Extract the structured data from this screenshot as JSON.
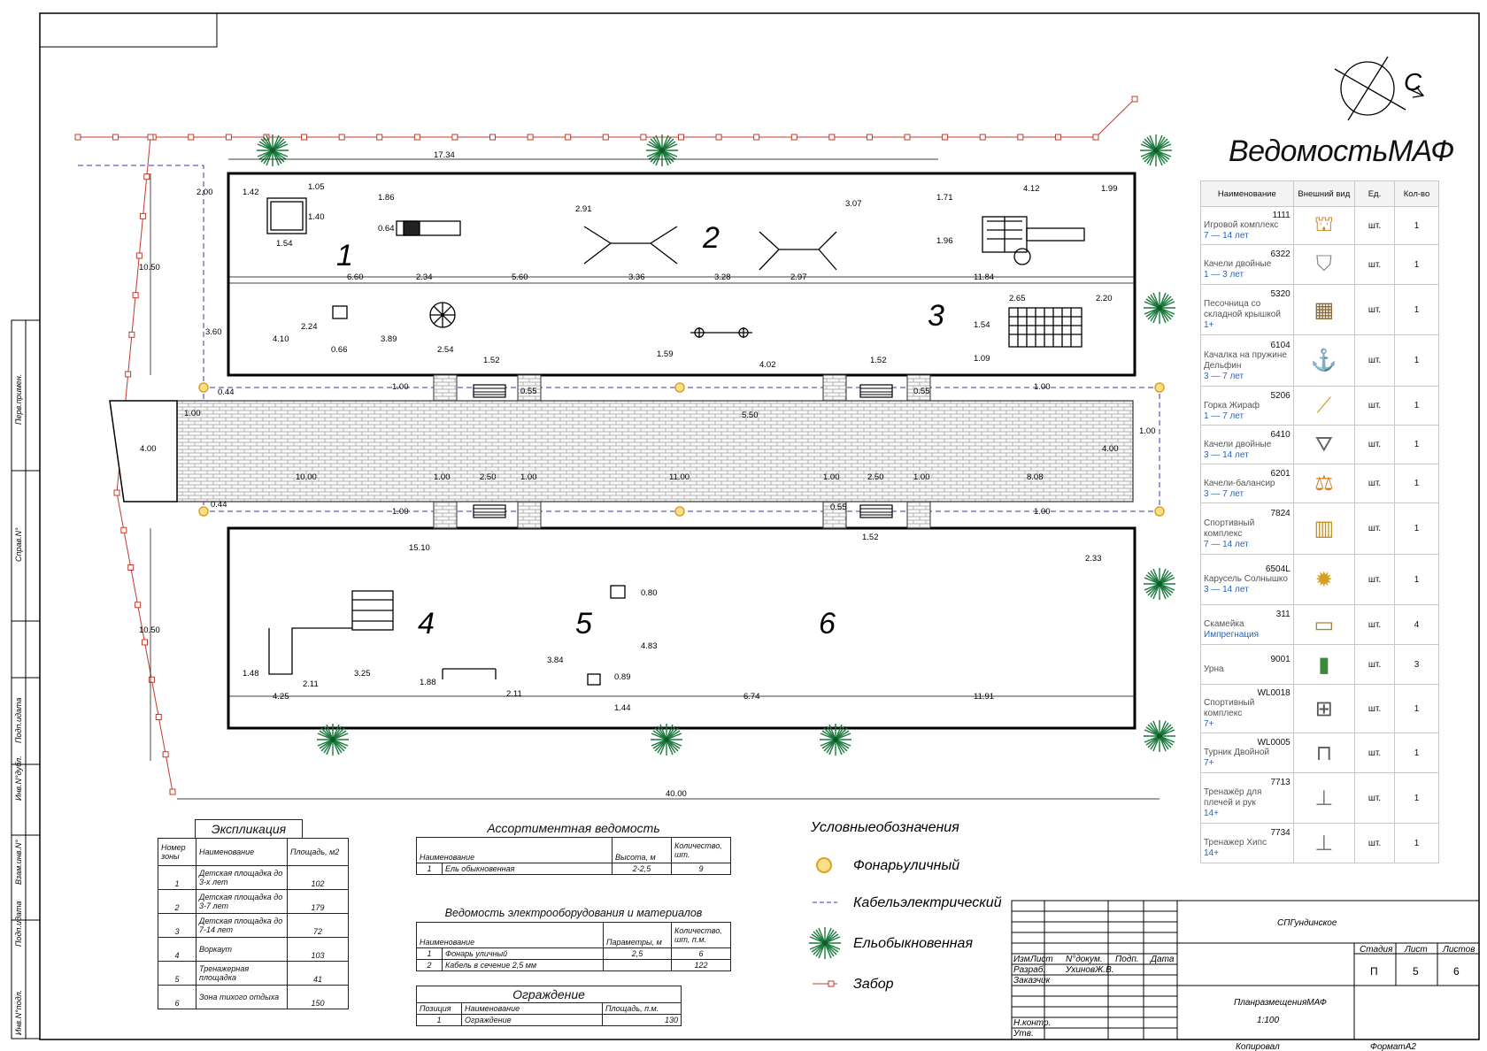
{
  "maf": {
    "title": "ВедомостьМАФ",
    "headers": [
      "Наименование",
      "Внешний вид",
      "Ед.",
      "Кол-во"
    ],
    "items": [
      {
        "code": "1111",
        "name": "Игровой комплекс",
        "age": "7 — 14 лет",
        "unit": "шт.",
        "qty": "1",
        "icon": "play-complex-icon"
      },
      {
        "code": "6322",
        "name": "Качели двойные",
        "age": "1 — 3 лет",
        "unit": "шт.",
        "qty": "1",
        "icon": "double-swing-icon"
      },
      {
        "code": "5320",
        "name": "Песочница со складной крышкой",
        "age": "1+",
        "unit": "шт.",
        "qty": "1",
        "icon": "sandbox-icon"
      },
      {
        "code": "6104",
        "name": "Качалка на пружине Дельфин",
        "age": "3 — 7 лет",
        "unit": "шт.",
        "qty": "1",
        "icon": "spring-rocker-icon"
      },
      {
        "code": "5206",
        "name": "Горка Жираф",
        "age": "1 — 7 лет",
        "unit": "шт.",
        "qty": "1",
        "icon": "slide-icon"
      },
      {
        "code": "6410",
        "name": "Качели двойные",
        "age": "3 — 14 лет",
        "unit": "шт.",
        "qty": "1",
        "icon": "swing-frame-icon"
      },
      {
        "code": "6201",
        "name": "Качели-балансир",
        "age": "3 — 7 лет",
        "unit": "шт.",
        "qty": "1",
        "icon": "seesaw-icon"
      },
      {
        "code": "7824",
        "name": "Спортивный комплекс",
        "age": "7 — 14 лет",
        "unit": "шт.",
        "qty": "1",
        "icon": "sport-complex-icon"
      },
      {
        "code": "6504L",
        "name": "Карусель Солнышко",
        "age": "3 — 14 лет",
        "unit": "шт.",
        "qty": "1",
        "icon": "carousel-icon"
      },
      {
        "code": "311",
        "name": "Скамейка",
        "age": "Импрегнация",
        "unit": "шт.",
        "qty": "4",
        "icon": "bench-icon"
      },
      {
        "code": "9001",
        "name": "Урна",
        "age": "",
        "unit": "шт.",
        "qty": "3",
        "icon": "trash-bin-icon"
      },
      {
        "code": "WL0018",
        "name": "Спортивный комплекс",
        "age": "7+",
        "unit": "шт.",
        "qty": "1",
        "icon": "bars-complex-icon"
      },
      {
        "code": "WL0005",
        "name": "Турник Двойной",
        "age": "7+",
        "unit": "шт.",
        "qty": "1",
        "icon": "pullup-bar-icon"
      },
      {
        "code": "7713",
        "name": "Тренажёр для плечей и рук",
        "age": "14+",
        "unit": "шт.",
        "qty": "1",
        "icon": "trainer-arms-icon"
      },
      {
        "code": "7734",
        "name": "Тренажер Хипс",
        "age": "14+",
        "unit": "шт.",
        "qty": "1",
        "icon": "trainer-hips-icon"
      }
    ]
  },
  "plan": {
    "zone_numbers": [
      "1",
      "2",
      "3",
      "4",
      "5",
      "6"
    ],
    "north": "С",
    "dims": {
      "total_width": "40.00",
      "top_width": "17.34",
      "left_top": "10.50",
      "left_bottom": "10.50",
      "walk_height_l": "4.00",
      "walk_height_r": "4.00",
      "d_2_00": "2.00",
      "d_1_42": "1.42",
      "d_1_05": "1.05",
      "d_1_40": "1.40",
      "d_1_54": "1.54",
      "d_1_86": "1.86",
      "d_0_64": "0.64",
      "d_2_91": "2.91",
      "d_3_07": "3.07",
      "d_1_71": "1.71",
      "d_4_12": "4.12",
      "d_1_99": "1.99",
      "d_1_96": "1.96",
      "d_6_60": "6.60",
      "d_2_34": "2.34",
      "d_5_60": "5.60",
      "d_3_36": "3.36",
      "d_3_28": "3.28",
      "d_2_97": "2.97",
      "d_11_84": "11.84",
      "d_3_60": "3.60",
      "d_2_24": "2.24",
      "d_0_66": "0.66",
      "d_4_10": "4.10",
      "d_3_89": "3.89",
      "d_2_54": "2.54",
      "d_1_59": "1.59",
      "d_4_02": "4.02",
      "d_2_65": "2.65",
      "d_2_20": "2.20",
      "d_1_54b": "1.54",
      "d_1_09": "1.09",
      "d_1_52a": "1.52",
      "d_1_52b": "1.52",
      "d_1_52c": "1.52",
      "d_0_44a": "0.44",
      "d_0_44b": "0.44",
      "d_1_00a": "1.00",
      "d_1_00b": "1.00",
      "d_1_00c": "1.00",
      "d_1_00d": "1.00",
      "d_1_00e": "1.00",
      "d_1_00f": "1.00",
      "d_5_50": "5.50",
      "d_0_55a": "0.55",
      "d_0_55b": "0.55",
      "d_10_00": "10.00",
      "d_1_00g": "1.00",
      "d_2_50a": "2.50",
      "d_1_00h": "1.00",
      "d_11_00": "11.00",
      "d_1_00i": "1.00",
      "d_2_50b": "2.50",
      "d_1_00j": "1.00",
      "d_8_08": "8.08",
      "d_15_10": "15.10",
      "d_0_80": "0.80",
      "d_4_83": "4.83",
      "d_2_33": "2.33",
      "d_1_48": "1.48",
      "d_2_11a": "2.11",
      "d_3_25": "3.25",
      "d_1_88": "1.88",
      "d_3_84": "3.84",
      "d_0_89": "0.89",
      "d_2_11b": "2.11",
      "d_1_44": "1.44",
      "d_4_25": "4.25",
      "d_6_74": "6.74",
      "d_11_91": "11.91"
    }
  },
  "explication": {
    "title": "Экспликация",
    "headers": [
      "Номер зоны",
      "Наименование",
      "Площадь, м2"
    ],
    "rows": [
      [
        "1",
        "Детская площадка до 3-х лет",
        "102"
      ],
      [
        "2",
        "Детская площадка до 3-7 лет",
        "179"
      ],
      [
        "3",
        "Детская площадка до 7-14 лет",
        "72"
      ],
      [
        "4",
        "Воркаут",
        "103"
      ],
      [
        "5",
        "Тренажерная площадка",
        "41"
      ],
      [
        "6",
        "Зона тихого отдыха",
        "150"
      ]
    ]
  },
  "assort": {
    "title": "Ассортиментная ведомость",
    "headers": [
      "Наименование",
      "Высота, м",
      "Количество, шт."
    ],
    "rows": [
      [
        "1",
        "Ель обыкновенная",
        "2-2,5",
        "9"
      ]
    ]
  },
  "electro": {
    "title": "Ведомость электрооборудования и материалов",
    "headers": [
      "Наименование",
      "Параметры, м",
      "Количество, шт, п.м."
    ],
    "rows": [
      [
        "1",
        "Фонарь уличный",
        "2,5",
        "6"
      ],
      [
        "2",
        "Кабель в сечение 2,5 мм",
        "",
        "122"
      ]
    ]
  },
  "fence": {
    "title": "Ограждение",
    "headers": [
      "Позиция",
      "Наименование",
      "Площадь, п.м."
    ],
    "rows": [
      [
        "1",
        "Ограждение",
        "130"
      ]
    ]
  },
  "legend": {
    "title": "Условныеобозначения",
    "items": [
      "Фонарьуличный",
      "Кабельэлектрический",
      "Ельобыкновенная",
      "Забор"
    ]
  },
  "side_labels": [
    "Перв.примен.",
    "Справ.N°",
    "Подп.идата",
    "Инв.N°дубл.",
    "Взам.инв.N°",
    "Подп.идата",
    "Инв.N°подл."
  ],
  "stamp": {
    "org": "СПГундинское",
    "cols": [
      "Изм",
      "Лист",
      "N°докум.",
      "Подп.",
      "Дата"
    ],
    "roles": [
      "Разраб.",
      "Заказчик",
      "",
      "",
      "",
      "Н.контр.",
      "Утв."
    ],
    "developer": "УхиновЖ.В.",
    "stage_headers": [
      "Стадия",
      "Лист",
      "Листов"
    ],
    "stage": "П",
    "sheet": "5",
    "sheets": "6",
    "doc_title": "ПланразмещенияМАФ",
    "scale": "1:100",
    "copied": "Копировал",
    "format": "ФорматА2"
  },
  "colors": {
    "tree": "#1a7a3c",
    "fence": "#c0392b",
    "cable": "#3a3aa8",
    "lamp": "#f0c040"
  }
}
